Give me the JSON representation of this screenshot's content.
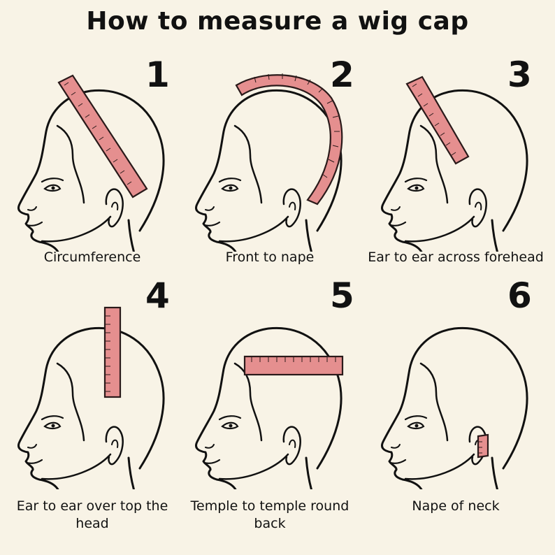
{
  "title": "How to measure a wig cap",
  "colors": {
    "background": "#f8f3e6",
    "tape": "#e58f8f",
    "ink": "#111111"
  },
  "steps": [
    {
      "number": "1",
      "caption": "Circumference"
    },
    {
      "number": "2",
      "caption": "Front to nape"
    },
    {
      "number": "3",
      "caption": "Ear to ear across forehead"
    },
    {
      "number": "4",
      "caption": "Ear to ear over top the head"
    },
    {
      "number": "5",
      "caption": "Temple to temple round back"
    },
    {
      "number": "6",
      "caption": "Nape of neck"
    }
  ]
}
